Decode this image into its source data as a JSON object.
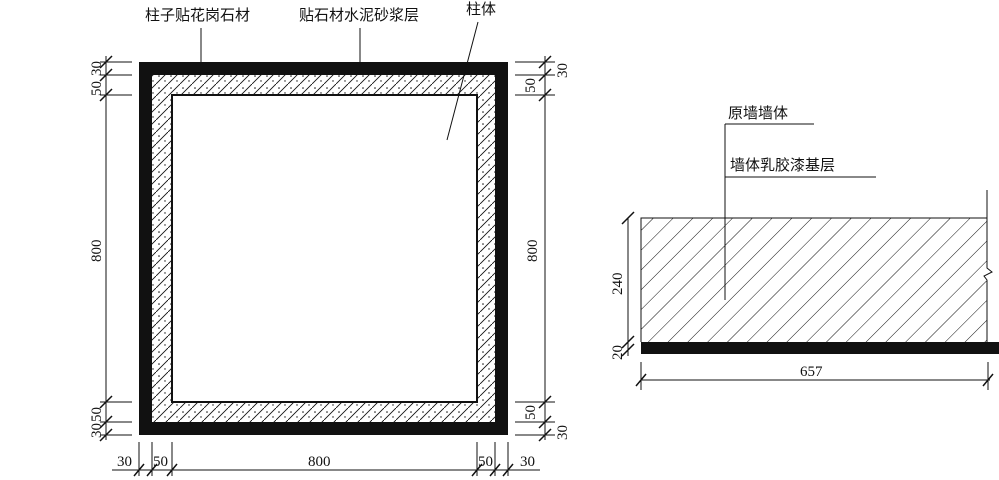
{
  "column_section": {
    "labels": {
      "granite_facing": "柱子贴花岗石材",
      "cement_mortar": "贴石材水泥砂浆层",
      "column_body": "柱体"
    },
    "dims_left": [
      "30",
      "50",
      "800",
      "50",
      "30"
    ],
    "dims_right": [
      "30",
      "50",
      "800",
      "50",
      "30"
    ],
    "dims_bottom": [
      "30",
      "50",
      "800",
      "50",
      "30"
    ]
  },
  "wall_section": {
    "labels": {
      "original_wall": "原墙墙体",
      "latex_base": "墙体乳胶漆基层"
    },
    "dims": {
      "height": "240",
      "paint_layer": "20",
      "width": "657"
    }
  },
  "colors": {
    "ink": "#111111",
    "paper": "#ffffff"
  }
}
